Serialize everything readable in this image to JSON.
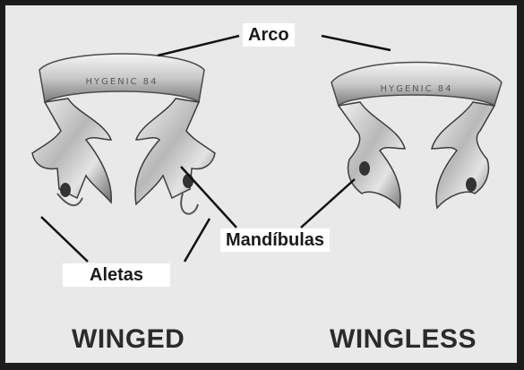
{
  "labels": {
    "arco": "Arco",
    "mandibulas": "Mandíbulas",
    "aletas": "Aletas"
  },
  "captions": {
    "winged": "WINGED",
    "wingless": "WINGLESS"
  },
  "engravings": {
    "left": "HYGENIC 84",
    "right": "HYGENIC 84"
  },
  "colors": {
    "background": "#e9e9e9",
    "border": "#1e1e1e",
    "metal_light": "#e6e6e6",
    "metal_dark": "#6e6e6e",
    "text": "#2b2b2b"
  }
}
